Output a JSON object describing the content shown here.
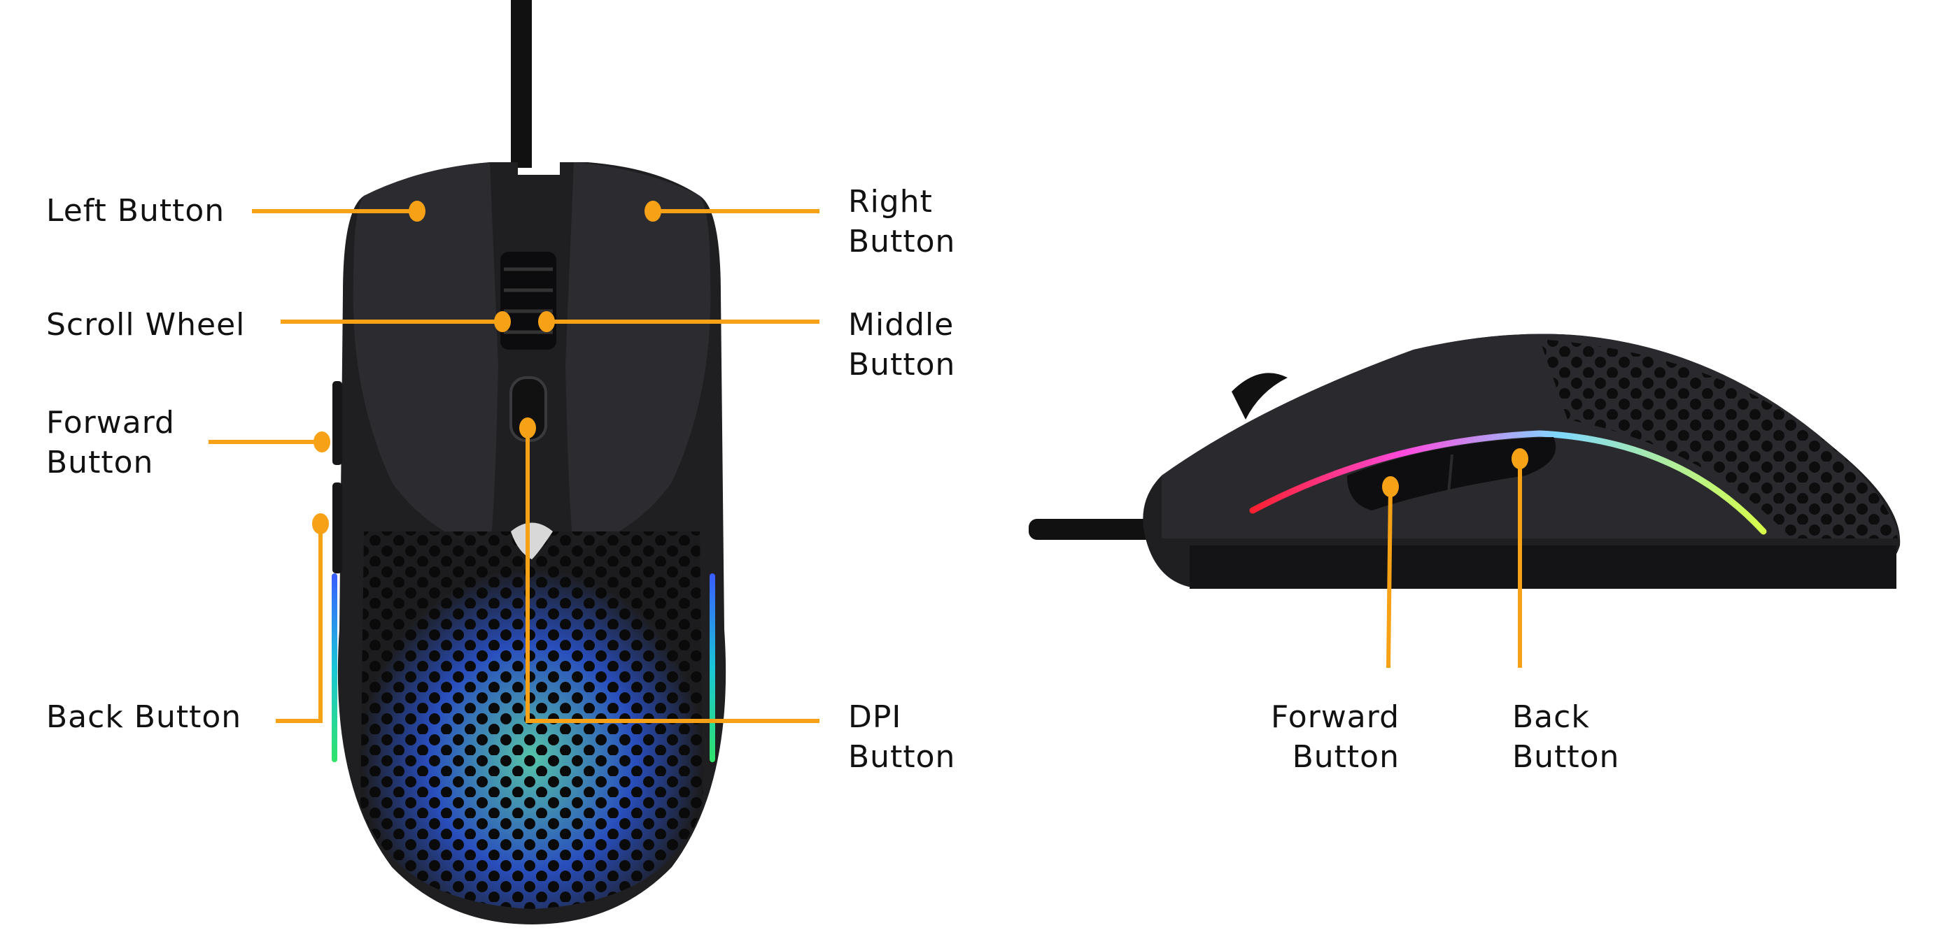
{
  "colors": {
    "accent": "#F7A116",
    "mouse": "#1c1c1e"
  },
  "top_view": {
    "left_button": [
      "Left Button"
    ],
    "right_button": [
      "Right",
      "Button"
    ],
    "scroll_wheel": [
      "Scroll Wheel"
    ],
    "middle_button": [
      "Middle",
      "Button"
    ],
    "forward_button": [
      "Forward",
      "Button"
    ],
    "back_button": [
      "Back Button"
    ],
    "dpi_button": [
      "DPI",
      "Button"
    ]
  },
  "side_view": {
    "forward_button": [
      "Forward",
      "Button"
    ],
    "back_button": [
      "Back",
      "Button"
    ]
  }
}
